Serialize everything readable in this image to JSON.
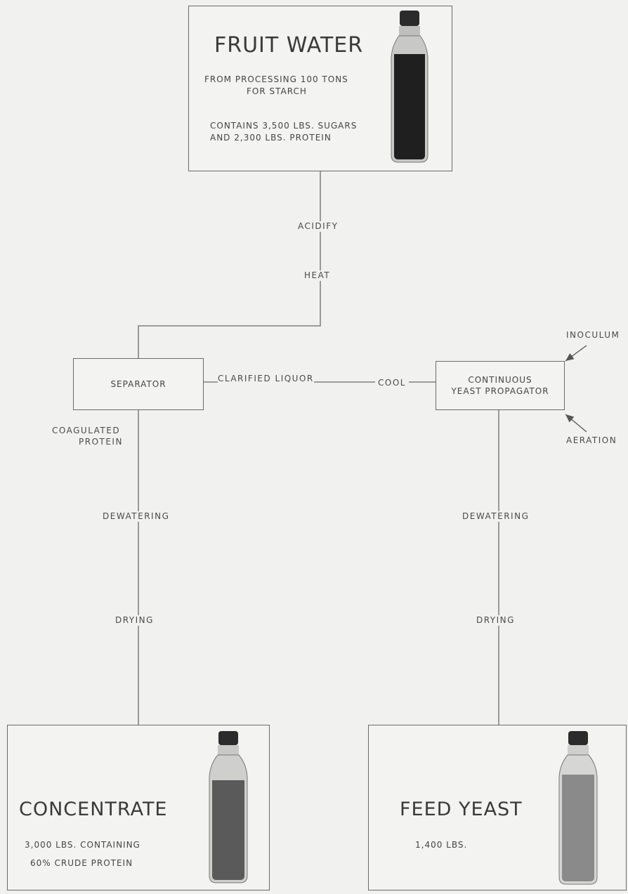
{
  "fruit_water": {
    "title": "FRUIT WATER",
    "line1": "FROM PROCESSING 100 TONS",
    "line2": "FOR STARCH",
    "line3": "CONTAINS 3,500 LBS. SUGARS",
    "line4": "AND 2,300 LBS. PROTEIN",
    "bottle_color": "#1f1f1f"
  },
  "steps": {
    "acidify": "ACIDIFY",
    "heat": "HEAT",
    "separator": "SEPARATOR",
    "clarified_liquor": "CLARIFIED LIQUOR",
    "cool": "COOL",
    "propagator_line1": "CONTINUOUS",
    "propagator_line2": "YEAST PROPAGATOR",
    "inoculum": "INOCULUM",
    "aeration": "AERATION",
    "coagulated_line1": "COAGULATED",
    "coagulated_line2": "PROTEIN",
    "dewatering_left": "DEWATERING",
    "dewatering_right": "DEWATERING",
    "drying_left": "DRYING",
    "drying_right": "DRYING"
  },
  "concentrate": {
    "title": "CONCENTRATE",
    "line1": "3,000 LBS. CONTAINING",
    "line2": "60% CRUDE PROTEIN",
    "bottle_color": "#5a5a5a"
  },
  "feed_yeast": {
    "title": "FEED YEAST",
    "line1": "1,400 LBS.",
    "bottle_color": "#8a8a8a"
  }
}
